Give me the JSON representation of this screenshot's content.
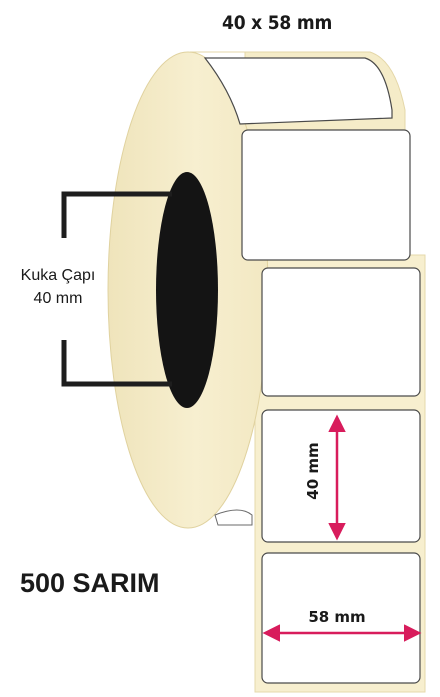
{
  "product": {
    "label_size": "40 x 58 mm",
    "winding_count": "500 SARIM"
  },
  "core": {
    "label_line1": "Kuka Çapı",
    "label_line2": "40 mm"
  },
  "dimensions": {
    "label_height": "40 mm",
    "label_width": "58 mm"
  },
  "colors": {
    "roll_cream": "#f5ecc8",
    "roll_edge": "#e4d7a8",
    "core_hole": "#141414",
    "arrow": "#d81c5c",
    "bracket": "#1e1e1e"
  }
}
